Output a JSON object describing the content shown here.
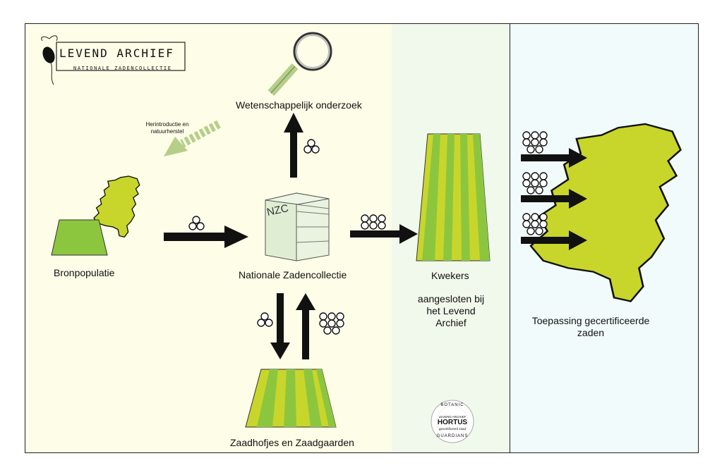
{
  "logo": {
    "title": "LEVEND ARCHIEF",
    "subtitle": "NATIONALE ZADENCOLLECTIE"
  },
  "nodes": {
    "research": "Wetenschappelijk onderzoek",
    "reintroduction": "Herintroductie en natuurherstel",
    "source": "Bronpopulatie",
    "collection": "Nationale Zadencollectie",
    "collection_box": "NZC",
    "seed_gardens": "Zaadhofjes en Zaadgaarden",
    "breeders": "Kwekers",
    "breeders_note": "aangesloten bij het Levend Archief",
    "application": "Toepassing gecertificeerde zaden"
  },
  "hortus": {
    "top": "BOTANIC",
    "line1": "LEVEND ARCHIEF",
    "name": "HORTUS",
    "line3": "gecertificeerd zaad",
    "bottom": "GUARDIANS"
  },
  "colors": {
    "lime": "#c8d62b",
    "green": "#8cc63f",
    "lightgreen": "#b5cf8a",
    "panel1": "#fdfde8",
    "panel2": "#f1f8ec",
    "panel3": "#f2fbfb"
  }
}
